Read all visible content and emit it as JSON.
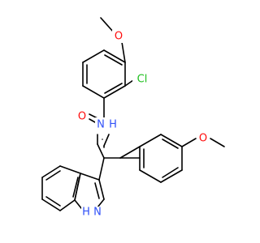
{
  "molecule": {
    "atom_labels": {
      "methoxy_o_top": "O",
      "cl": "Cl",
      "carbonyl_o": "O",
      "amide_nh": "N",
      "amide_h": "H",
      "methoxy_o_right": "O",
      "indole_nh": "H",
      "indole_n": "N"
    },
    "colors": {
      "bond": "#000000",
      "oxygen": "#ff0d0d",
      "nitrogen": "#2f50f8",
      "chlorine": "#1fbf1f"
    }
  }
}
